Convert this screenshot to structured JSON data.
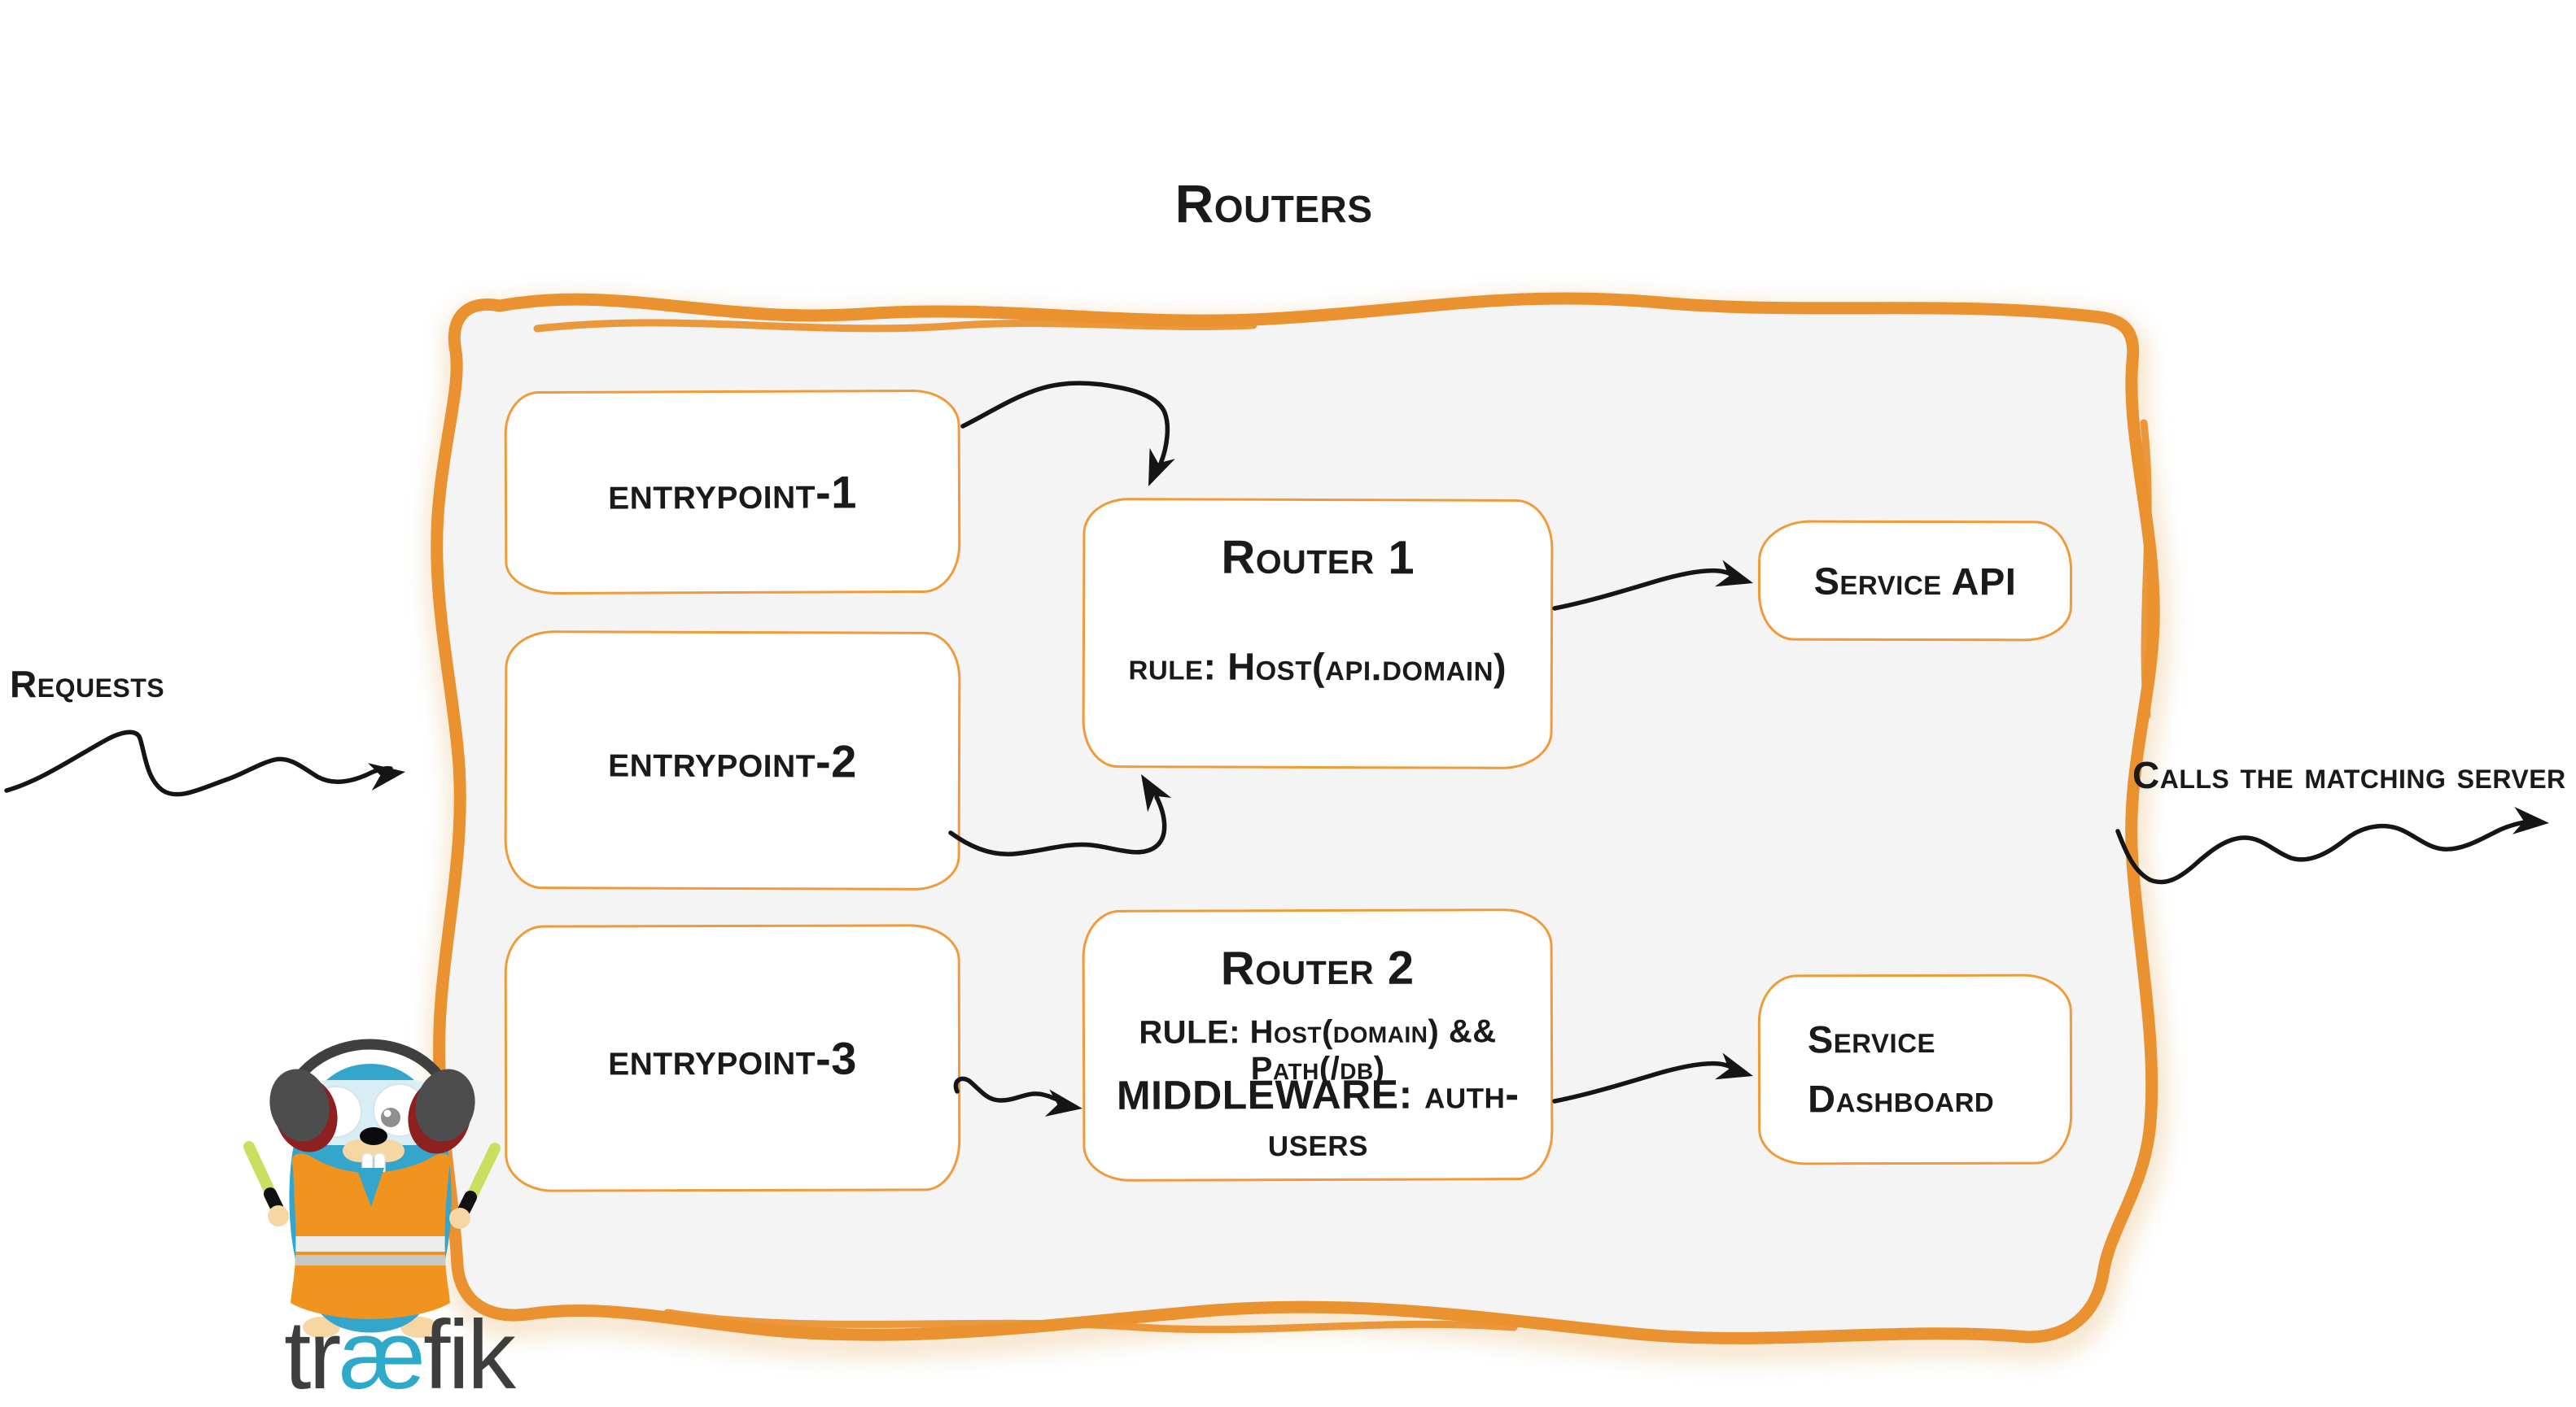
{
  "title": "Routers",
  "labels": {
    "requests": "Requests",
    "calls": "Calls the matching server"
  },
  "entrypoints": [
    {
      "label": "entrypoint-1"
    },
    {
      "label": "entrypoint-2"
    },
    {
      "label": "entrypoint-3"
    }
  ],
  "routers": [
    {
      "name": "Router 1",
      "rule": "rule: Host(api.domain)"
    },
    {
      "name": "Router 2",
      "rule": "RULE: Host(domain) && Path(/db)",
      "middleware": "MIDDLEWARE: auth-users"
    }
  ],
  "services": [
    {
      "label": "Service API"
    },
    {
      "label": "Service Dashboard"
    }
  ],
  "logo": {
    "tr": "tr",
    "ae": "æ",
    "fik": "fik"
  },
  "colors": {
    "accent_orange": "#EA9130",
    "box_border_orange": "#F09B3B",
    "panel_fill": "#F4F4F4",
    "ink": "#1A1A1A",
    "gopher_blue": "#34A6CB",
    "logo_teal": "#2FA9C8",
    "vest_orange": "#F0931F",
    "stick_green": "#C8DF5F"
  }
}
